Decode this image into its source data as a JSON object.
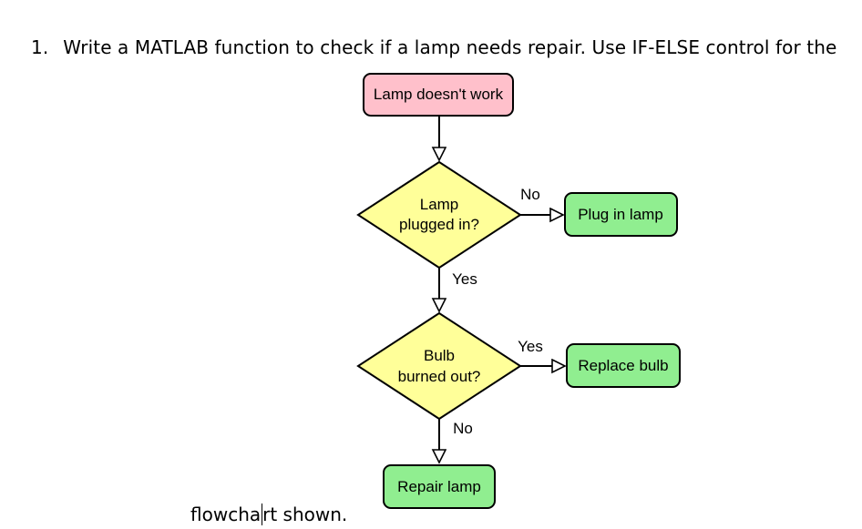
{
  "question": {
    "number": "1.",
    "text": "Write a MATLAB function to check if a lamp needs repair. Use IF-ELSE control for the",
    "continuation_before_cursor": "flowcha",
    "continuation_after_cursor": "rt shown."
  },
  "flowchart": {
    "start": {
      "label": "Lamp doesn't work"
    },
    "decision1": {
      "line1": "Lamp",
      "line2": "plugged in?"
    },
    "decision1_no_label": "No",
    "decision1_yes_label": "Yes",
    "action1": {
      "label": "Plug in lamp"
    },
    "decision2": {
      "line1": "Bulb",
      "line2": "burned out?"
    },
    "decision2_yes_label": "Yes",
    "decision2_no_label": "No",
    "action2": {
      "label": "Replace bulb"
    },
    "end": {
      "label": "Repair lamp"
    }
  },
  "colors": {
    "start_fill": "#ffc0cb",
    "decision_fill": "#ffff99",
    "action_fill": "#90ee90",
    "stroke": "#000000"
  }
}
